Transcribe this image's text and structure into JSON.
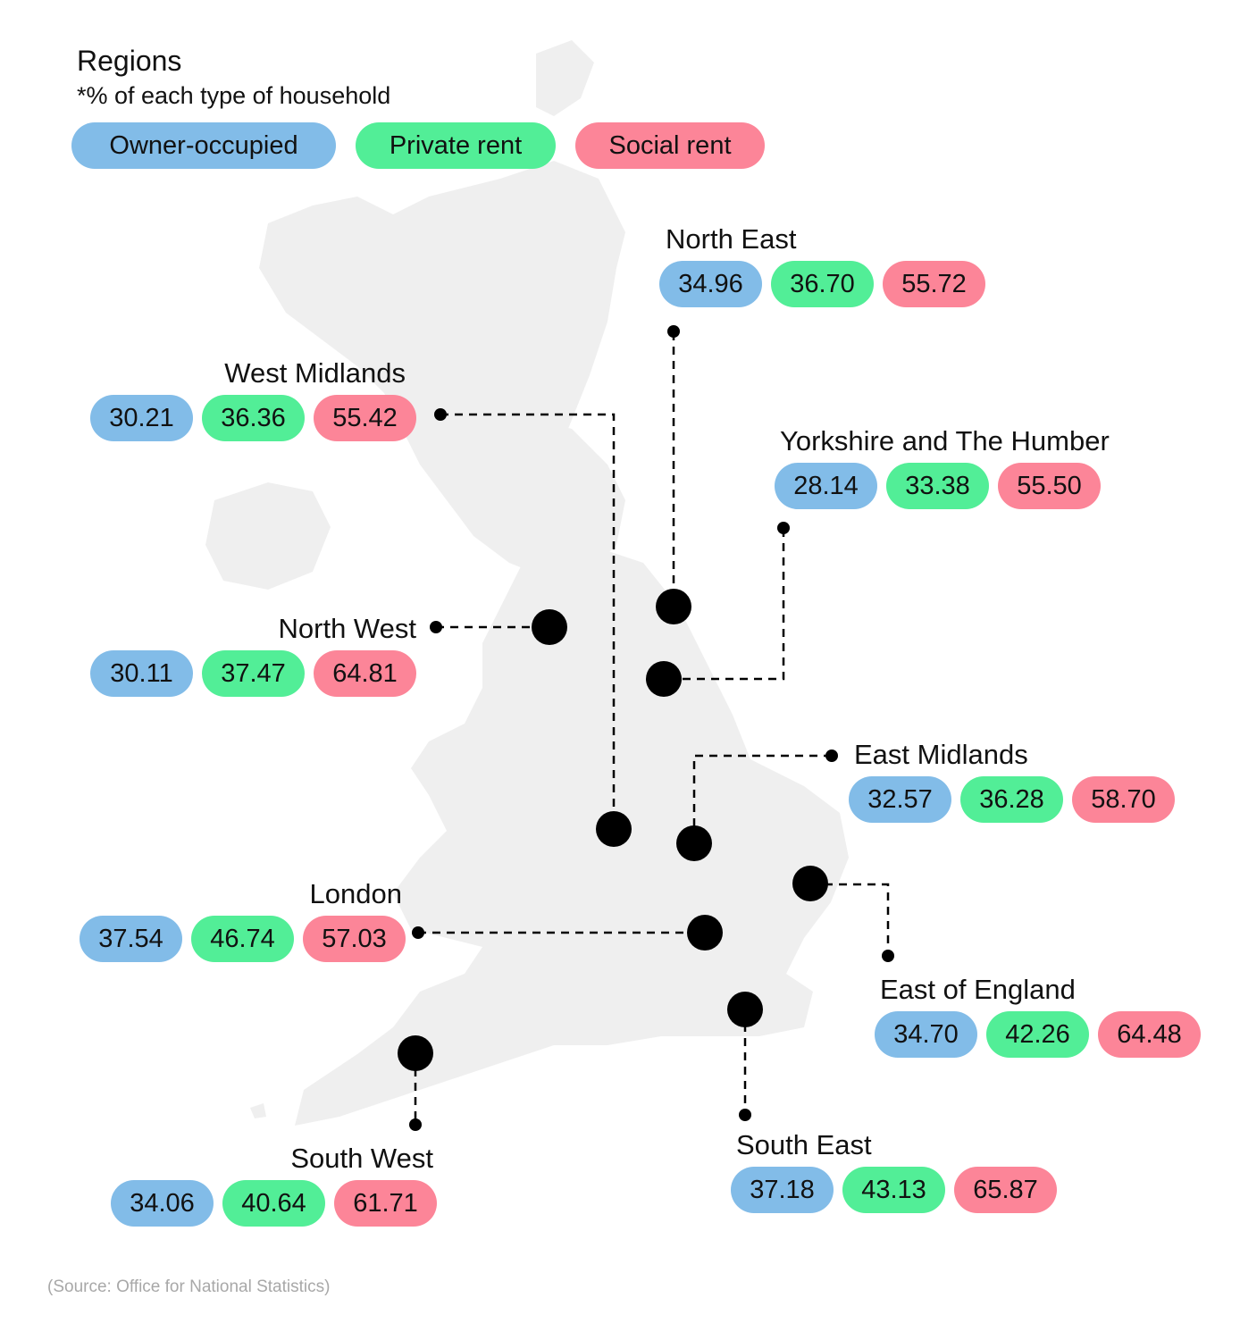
{
  "header": {
    "title": "Regions",
    "subtitle": "*% of each type of household"
  },
  "legend": [
    {
      "label": "Owner-occupied",
      "color": "#82bce8"
    },
    {
      "label": "Private rent",
      "color": "#52ee97"
    },
    {
      "label": "Social rent",
      "color": "#fc8598"
    }
  ],
  "regions": {
    "north_east": {
      "name": "North East",
      "owner": "34.96",
      "private": "36.70",
      "social": "55.72"
    },
    "west_midlands": {
      "name": "West Midlands",
      "owner": "30.21",
      "private": "36.36",
      "social": "55.42"
    },
    "yorkshire": {
      "name": "Yorkshire and The Humber",
      "owner": "28.14",
      "private": "33.38",
      "social": "55.50"
    },
    "north_west": {
      "name": "North West",
      "owner": "30.11",
      "private": "37.47",
      "social": "64.81"
    },
    "east_midlands": {
      "name": "East Midlands",
      "owner": "32.57",
      "private": "36.28",
      "social": "58.70"
    },
    "london": {
      "name": "London",
      "owner": "37.54",
      "private": "46.74",
      "social": "57.03"
    },
    "east_of_england": {
      "name": "East of England",
      "owner": "34.70",
      "private": "42.26",
      "social": "64.48"
    },
    "south_east": {
      "name": "South East",
      "owner": "37.18",
      "private": "43.13",
      "social": "65.87"
    },
    "south_west": {
      "name": "South West",
      "owner": "34.06",
      "private": "40.64",
      "social": "61.71"
    }
  },
  "source": "(Source: Office for National Statistics)",
  "colors": {
    "map_fill": "#efefef",
    "owner": "#82bce8",
    "private": "#52ee97",
    "social": "#fc8598",
    "marker": "#000000"
  },
  "chart_data": {
    "type": "table",
    "title": "Regions",
    "subtitle": "*% of each type of household",
    "columns": [
      "Region",
      "Owner-occupied",
      "Private rent",
      "Social rent"
    ],
    "rows": [
      [
        "North East",
        34.96,
        36.7,
        55.72
      ],
      [
        "West Midlands",
        30.21,
        36.36,
        55.42
      ],
      [
        "Yorkshire and The Humber",
        28.14,
        33.38,
        55.5
      ],
      [
        "North West",
        30.11,
        37.47,
        64.81
      ],
      [
        "East Midlands",
        32.57,
        36.28,
        58.7
      ],
      [
        "London",
        37.54,
        46.74,
        57.03
      ],
      [
        "East of England",
        34.7,
        42.26,
        64.48
      ],
      [
        "South East",
        37.18,
        43.13,
        65.87
      ],
      [
        "South West",
        34.06,
        40.64,
        61.71
      ]
    ],
    "source": "(Source: Office for National Statistics)"
  }
}
